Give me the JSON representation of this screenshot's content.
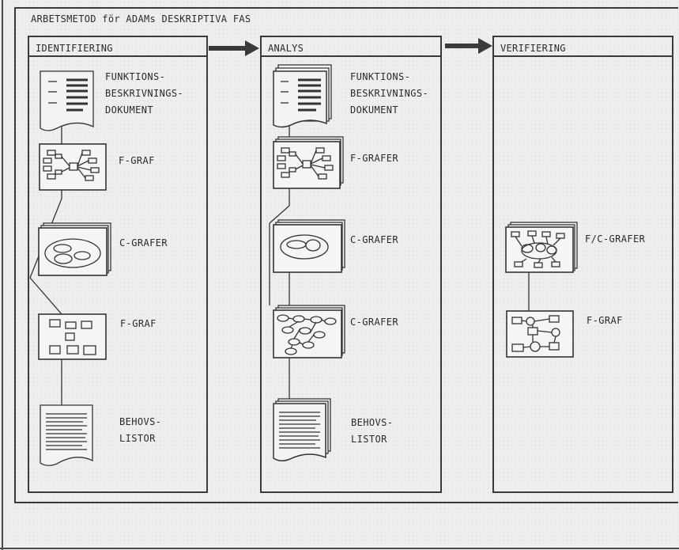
{
  "title": "ARBETSMETOD för ADAMs DESKRIPTIVA FAS",
  "panels": [
    {
      "header": "IDENTIFIERING",
      "items": [
        {
          "icon": "document-icon",
          "label_lines": [
            "FUNKTIONS-",
            "BESKRIVNINGS-",
            "DOKUMENT"
          ]
        },
        {
          "icon": "function-graph-icon",
          "label_lines": [
            "F-GRAF"
          ]
        },
        {
          "icon": "context-graph-icon",
          "label_lines": [
            "C-GRAFER"
          ]
        },
        {
          "icon": "function-graph-icon",
          "label_lines": [
            "F-GRAF"
          ]
        },
        {
          "icon": "list-document-icon",
          "label_lines": [
            "BEHOVS-",
            "LISTOR"
          ]
        }
      ]
    },
    {
      "header": "ANALYS",
      "items": [
        {
          "icon": "document-stack-icon",
          "label_lines": [
            "FUNKTIONS-",
            "BESKRIVNINGS-",
            "DOKUMENT"
          ]
        },
        {
          "icon": "function-graph-stack-icon",
          "label_lines": [
            "F-GRAFER"
          ]
        },
        {
          "icon": "context-graph-stack-icon",
          "label_lines": [
            "C-GRAFER"
          ]
        },
        {
          "icon": "context-graph-stack-icon",
          "label_lines": [
            "C-GRAFER"
          ]
        },
        {
          "icon": "list-document-stack-icon",
          "label_lines": [
            "BEHOVS-",
            "LISTOR"
          ]
        }
      ]
    },
    {
      "header": "VERIFIERING",
      "items": [
        {
          "icon": "combined-graph-stack-icon",
          "label_lines": [
            "F/C-GRAFER"
          ]
        },
        {
          "icon": "function-graph-icon",
          "label_lines": [
            "F-GRAF"
          ]
        }
      ]
    }
  ]
}
